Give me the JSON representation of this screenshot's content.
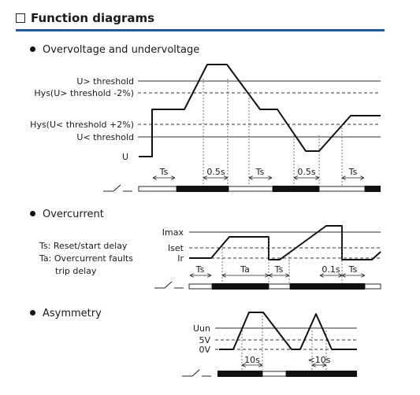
{
  "page": {
    "title": "Function diagrams"
  },
  "sections": [
    {
      "heading": "Overvoltage and undervoltage",
      "labels": {
        "u_over": "U> threshold",
        "hys_over": "Hys(U> threshold -2%)",
        "hys_under": "Hys(U< threshold +2%)",
        "u_under": "U< threshold",
        "u": "U"
      },
      "timings": [
        "Ts",
        "0.5s",
        "Ts",
        "0.5s",
        "Ts"
      ]
    },
    {
      "heading": "Overcurrent",
      "labels": {
        "imax": "Imax",
        "iset": "Iset",
        "ir": "Ir"
      },
      "legend": [
        "Ts: Reset/start delay",
        "Ta: Overcurrent faults",
        "trip delay"
      ],
      "timings": [
        "Ts",
        "Ta",
        "Ts",
        "0.1s",
        "Ts"
      ]
    },
    {
      "heading": "Asymmetry",
      "labels": {
        "uun": "Uun",
        "v5": "5V",
        "v0": "0V"
      },
      "timings": [
        "10s",
        "<10s"
      ]
    }
  ]
}
